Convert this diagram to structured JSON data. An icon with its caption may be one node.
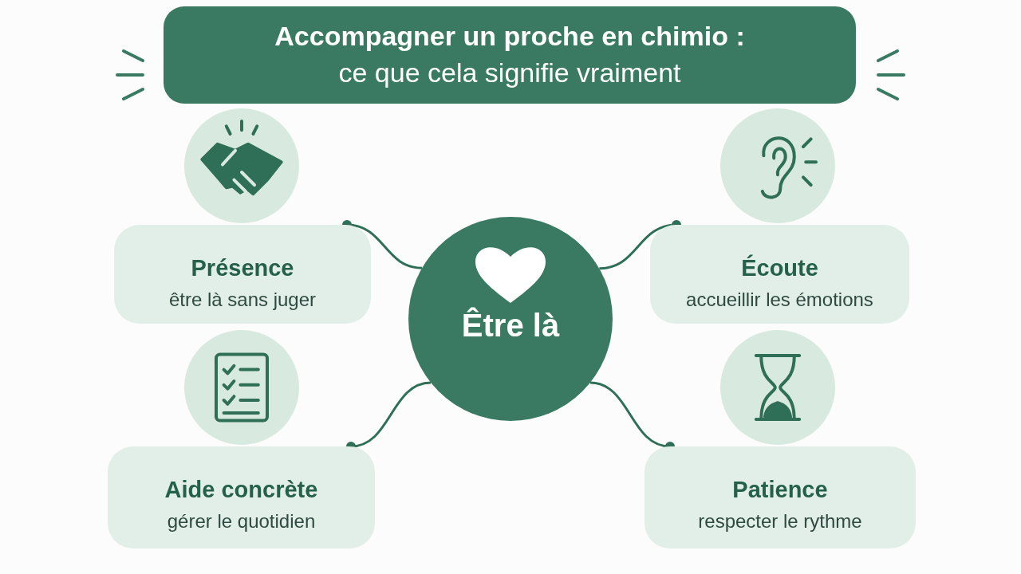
{
  "diagram": {
    "title": "**Accompagner un proche en chimio :** ce que cela signifie vraiment",
    "nodes": [
      {
        "text": [
          "Être là"
        ]
      },
      {
        "text": [
          "Présence",
          "être là sans juger"
        ]
      },
      {
        "text": [
          "Écoute",
          "accueillir les émotions"
        ]
      },
      {
        "text": [
          "Aide concrète",
          "gérer le quotidien"
        ]
      },
      {
        "text": [
          "Patience",
          "respecter le rythme"
        ]
      }
    ],
    "edges": [
      {
        "from": 0,
        "to": 1,
        "arrow": "other"
      },
      {
        "from": 0,
        "to": 2,
        "arrow": "other"
      },
      {
        "from": 0,
        "to": 3,
        "arrow": "other"
      },
      {
        "from": 0,
        "to": 4,
        "arrow": "other"
      }
    ]
  }
}
